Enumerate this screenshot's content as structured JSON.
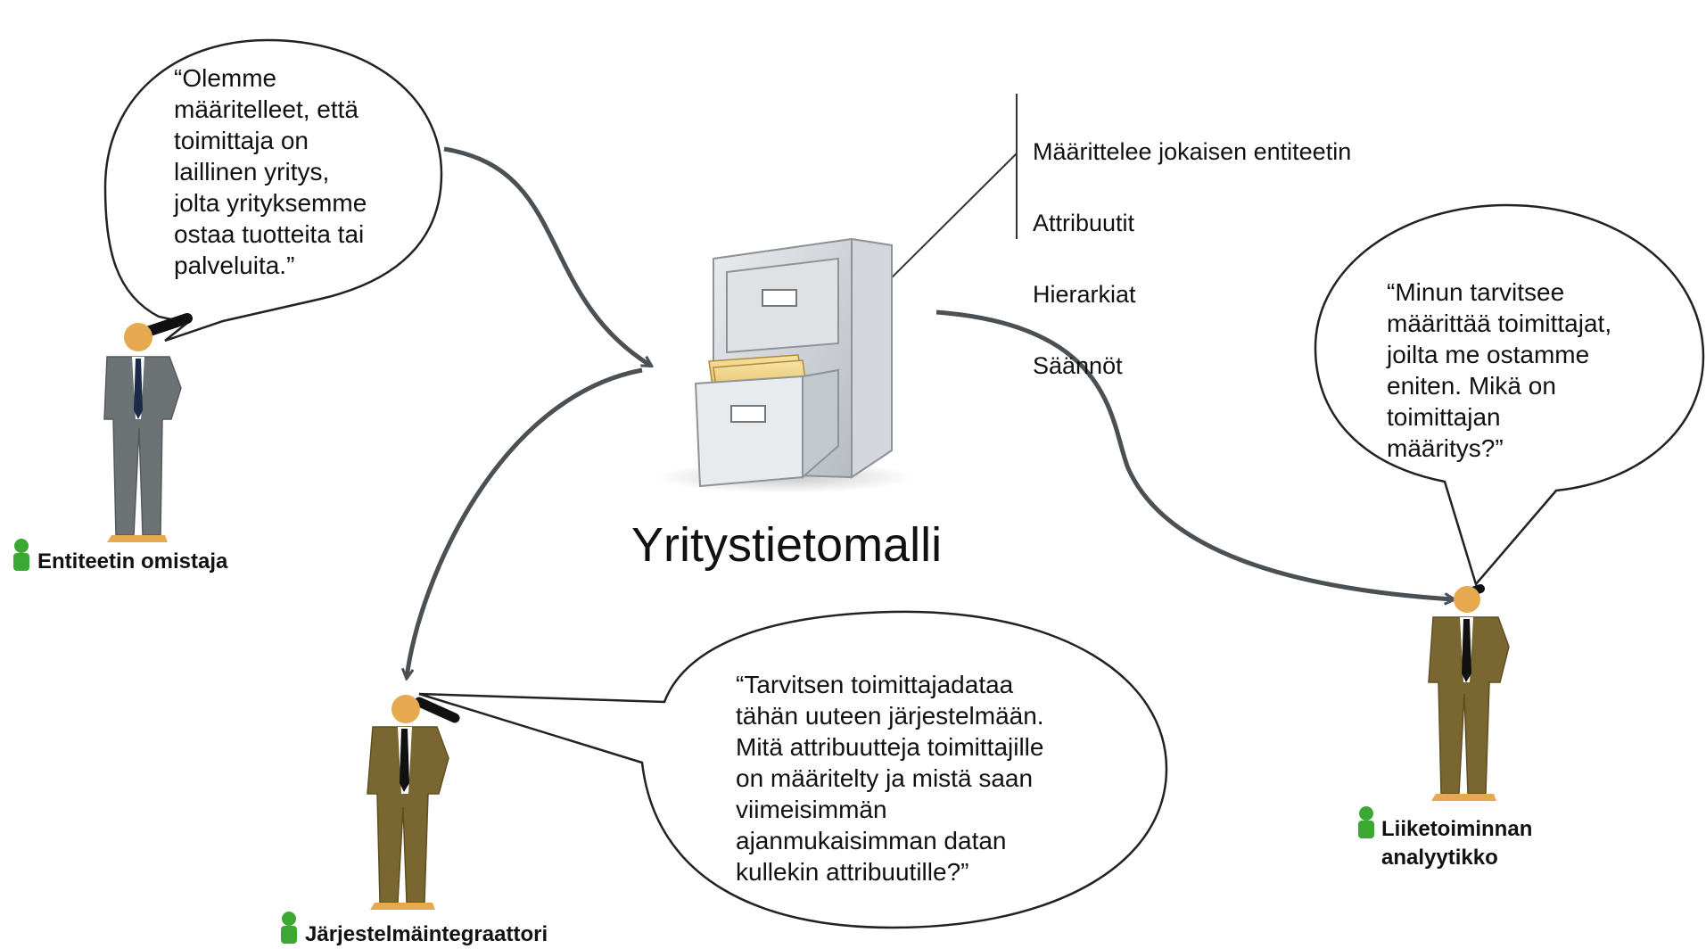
{
  "title": "Yritystietomalli",
  "definition_list": {
    "items": [
      "Määrittelee jokaisen entiteetin",
      "Attribuutit",
      "Hierarkiat",
      "Säännöt"
    ]
  },
  "roles": {
    "entity_owner": {
      "label": "Entiteetin omistaja",
      "quote": "“Olemme\nmääritelleet, että\ntoimittaja on\nlaillinen yritys,\njolta yrityksemme\nostaa tuotteita tai\npalveluita.”",
      "suit_color": "#6d7274"
    },
    "business_analyst": {
      "label": "Liiketoiminnan\nanalyytikko",
      "quote": "“Minun tarvitsee\nmäärittää toimittajat,\njoilta me ostamme\neniten. Mikä on\ntoimittajan\nmääritys?”",
      "suit_color": "#7a6630"
    },
    "system_integrator": {
      "label": "Järjestelmäintegraattori",
      "quote": "“Tarvitsen toimittajadataa\ntähän uuteen järjestelmään.\nMitä attribuutteja toimittajille\non määritelty ja mistä saan\nviimeisimmän\najanmukaisimman datan\nkullekin attribuutille?”",
      "suit_color": "#7a6630"
    }
  },
  "icons": {
    "cabinet": "filing-cabinet-icon",
    "person": "businessman-icon",
    "badge": "user-badge-icon"
  },
  "colors": {
    "arrow": "#4a5054",
    "badge": "#3aa832",
    "skin": "#e6a94f"
  }
}
